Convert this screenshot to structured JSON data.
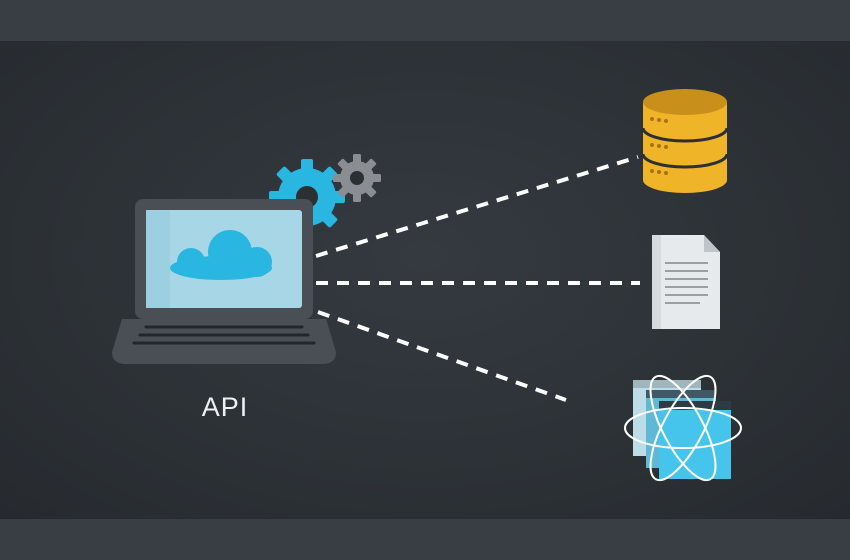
{
  "diagram": {
    "center_label": "API",
    "nodes": [
      {
        "icon": "laptop-cloud-icon",
        "role": "client"
      },
      {
        "icon": "gear-icon",
        "role": "processing"
      },
      {
        "icon": "database-icon",
        "role": "target"
      },
      {
        "icon": "document-icon",
        "role": "target"
      },
      {
        "icon": "layered-app-icon",
        "role": "target"
      }
    ],
    "connections": [
      {
        "from": "laptop-cloud-icon",
        "to": "database-icon",
        "style": "dashed"
      },
      {
        "from": "laptop-cloud-icon",
        "to": "document-icon",
        "style": "dashed"
      },
      {
        "from": "laptop-cloud-icon",
        "to": "layered-app-icon",
        "style": "dashed"
      }
    ]
  },
  "colors": {
    "background": "#2b3035",
    "band": "#393e45",
    "accent_blue": "#29b6e0",
    "gear_gray": "#8a8e93",
    "database_gold": "#f0b428",
    "screen": "#a7d6e6",
    "laptop_body": "#4a4f55"
  }
}
